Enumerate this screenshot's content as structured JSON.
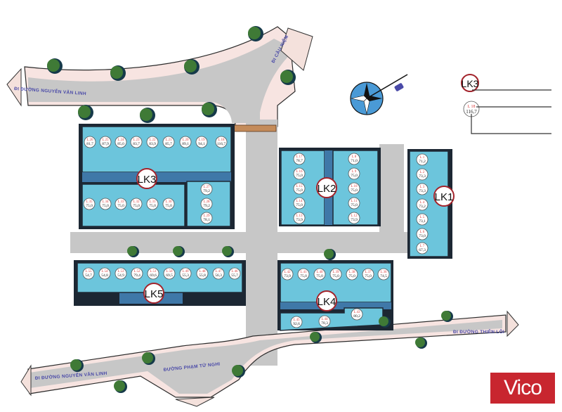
{
  "map": {
    "road_labels": {
      "nguyen_van_linh_top": "ĐI ĐƯỜNG NGUYỄN VĂN LINH",
      "cau_niem": "ĐI CẦU NIỆM",
      "thien_loi": "ĐI ĐƯỜNG THIÊN LÔI",
      "nguyen_van_linh_bottom": "ĐI ĐƯỜNG NGUYỄN VĂN LINH",
      "pham_tu_nghi": "ĐƯỜNG PHẠM TỬ NGHI"
    },
    "blocks": {
      "LK1": {
        "label": "LK1",
        "lots": [
          {
            "id": "L 1",
            "area": "71,2"
          },
          {
            "id": "L 2",
            "area": "73,3"
          },
          {
            "id": "L 3",
            "area": "73,3"
          },
          {
            "id": "L 4",
            "area": "73,2"
          },
          {
            "id": "L 5",
            "area": "73,1"
          },
          {
            "id": "L 6",
            "area": "73,0"
          },
          {
            "id": "L 7",
            "area": "67,3"
          }
        ]
      },
      "LK2": {
        "label": "LK2",
        "lots_left": [
          {
            "id": "L 17",
            "area": "78,7"
          },
          {
            "id": "L 16",
            "area": "75,0"
          },
          {
            "id": "L 15",
            "area": "75,0"
          },
          {
            "id": "L 14",
            "area": "75,0"
          },
          {
            "id": "L 13",
            "area": "73,9"
          }
        ],
        "lots_right": [
          {
            "id": "L 8",
            "area": "71,0"
          },
          {
            "id": "L 9",
            "area": "75,0"
          },
          {
            "id": "L 10",
            "area": "75,0"
          },
          {
            "id": "L 11",
            "area": "75,0"
          },
          {
            "id": "L 12",
            "area": "73,9"
          }
        ]
      },
      "LK3": {
        "label": "LK3",
        "lots_top": [
          {
            "id": "L 26",
            "area": "81,7"
          },
          {
            "id": "L 25",
            "area": "87,9"
          },
          {
            "id": "L 24",
            "area": "85,0"
          },
          {
            "id": "L 23",
            "area": "83,7"
          },
          {
            "id": "L 22",
            "area": "83,9"
          },
          {
            "id": "L 21",
            "area": "85,7"
          },
          {
            "id": "L 20",
            "area": "89,1"
          },
          {
            "id": "L 19",
            "area": "94,1"
          },
          {
            "id": "L 18",
            "area": "116,7"
          }
        ],
        "lots_bottom": [
          {
            "id": "L 35",
            "area": "75,0"
          },
          {
            "id": "L 34",
            "area": "75,0"
          },
          {
            "id": "L 33",
            "area": "75,0"
          },
          {
            "id": "L 32",
            "area": "75,0"
          },
          {
            "id": "L 31",
            "area": "75,0"
          },
          {
            "id": "L 30",
            "area": "75,0"
          }
        ],
        "lots_corner": [
          {
            "id": "L 27",
            "area": "79,2"
          },
          {
            "id": "L 28",
            "area": "79,2"
          },
          {
            "id": "L 29",
            "area": "78,1"
          }
        ]
      },
      "LK4": {
        "label": "LK4",
        "lots_top": [
          {
            "id": "L 42",
            "area": "73,9"
          },
          {
            "id": "L 41",
            "area": "75,0"
          },
          {
            "id": "L 40",
            "area": "75,0"
          },
          {
            "id": "L 39",
            "area": "75,0"
          },
          {
            "id": "L 38",
            "area": "75,0"
          },
          {
            "id": "L 37",
            "area": "75,0"
          },
          {
            "id": "L 36",
            "area": "74,5"
          }
        ],
        "lots_bottom": [
          {
            "id": "L 45",
            "area": "92,6"
          },
          {
            "id": "L 44",
            "area": "78,3"
          },
          {
            "id": "L 43",
            "area": "80,2"
          }
        ]
      },
      "LK5": {
        "label": "LK5",
        "lots": [
          {
            "id": "L 55",
            "area": "54,7"
          },
          {
            "id": "L 54",
            "area": "54,8"
          },
          {
            "id": "L 53",
            "area": "54,9"
          },
          {
            "id": "L 52",
            "area": "79,4"
          },
          {
            "id": "L 51",
            "area": "69,6"
          },
          {
            "id": "L 50",
            "area": "69,5"
          },
          {
            "id": "L 49",
            "area": "55,3"
          },
          {
            "id": "L 48",
            "area": "55,8"
          },
          {
            "id": "L 47",
            "area": "56,3"
          },
          {
            "id": "L 46",
            "area": "55,7"
          }
        ]
      }
    },
    "legend": {
      "block_label": "LK3",
      "lot_id": "L 18",
      "lot_area": "116,7"
    },
    "compass_icon": "compass-rose-icon"
  },
  "brand": {
    "logo_text": "Vico",
    "color": "#c8262f"
  },
  "colors": {
    "lot": "#6cc5dc",
    "road": "#c7c7c7",
    "sidewalk": "#f7e4e1",
    "block_ring": "#a3232b"
  }
}
